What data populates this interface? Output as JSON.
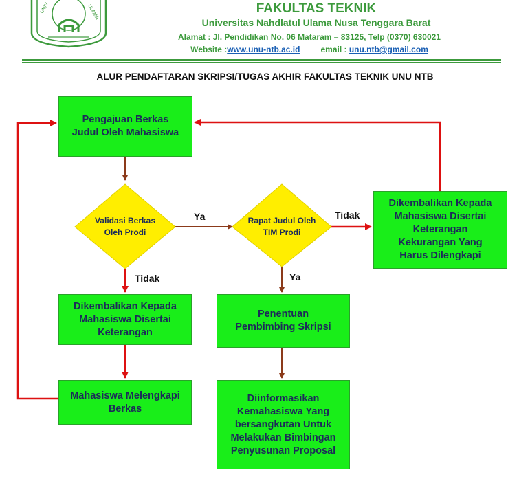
{
  "header": {
    "faculty": "FAKULTAS TEKNIK",
    "university": "Universitas Nahdlatul Ulama Nusa Tenggara Barat",
    "address": "Alamat : Jl. Pendidikan  No. 06 Mataram – 83125, Telp (0370) 630021",
    "website_label": "Website :",
    "website": "www.unu-ntb.ac.id",
    "email_label": "email : ",
    "email": "unu.ntb@gmail.com"
  },
  "diagram": {
    "title": "ALUR PENDAFTARAN SKRIPSI/TUGAS AKHIR FAKULTAS TEKNIK UNU NTB",
    "nodes": {
      "submit": "Pengajuan Berkas\nJudul Oleh Mahasiswa",
      "validate": "Validasi Berkas\nOleh Prodi",
      "meeting": "Rapat Judul Oleh\nTIM Prodi",
      "returned_meeting": "Dikembalikan Kepada\nMahasiswa Disertai\nKeterangan\nKekurangan Yang\nHarus Dilengkapi",
      "returned_validate": "Dikembalikan Kepada\nMahasiswa Disertai\nKeterangan",
      "complete": "Mahasiswa Melengkapi\nBerkas",
      "supervisor": "Penentuan\nPembimbing Skripsi",
      "inform": "Diinformasikan\nKemahasiswa Yang\nbersangkutan Untuk\nMelakukan Bimbingan\nPenyusunan Proposal"
    },
    "edges": {
      "validate_yes": "Ya",
      "validate_no": "Tidak",
      "meeting_yes": "Ya",
      "meeting_no": "Tidak"
    },
    "colors": {
      "box_fill": "#19ee19",
      "diamond_fill": "#ffee00",
      "arrow_brown": "#8b3a1a",
      "arrow_red": "#dd1111",
      "header_green": "#3c9a3c"
    }
  }
}
